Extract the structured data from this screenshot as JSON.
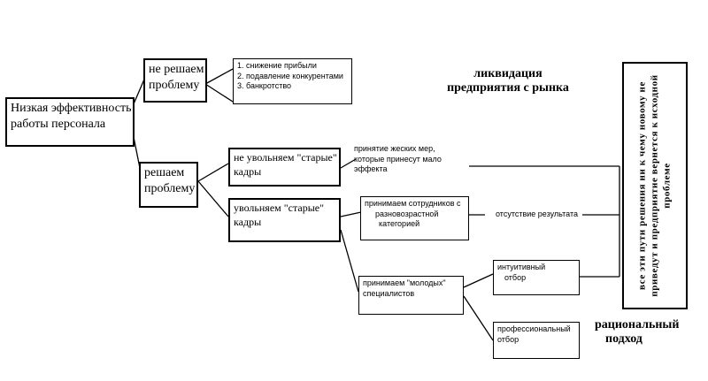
{
  "root": {
    "line1": "Низкая эффективность",
    "line2": "работы персонала"
  },
  "not_solving": {
    "label_line1": "не решаем",
    "label_line2": "проблему",
    "consequences": [
      "1. снижение прибыли",
      "2. подавление конкурентами",
      "3. банкротство"
    ]
  },
  "liquidation": {
    "line1": "ликвидация",
    "line2": "предприятия с рынка"
  },
  "solving": {
    "label_line1": "решаем",
    "label_line2": "проблему"
  },
  "no_fire": {
    "line1": "не увольняем \"старые\"",
    "line2": "кадры"
  },
  "harsh": {
    "line1": "принятие жеских мер,",
    "line2": "которые принесут мало",
    "line3": "эффекта"
  },
  "fire": {
    "line1": "увольняем \"старые\"",
    "line2": "кадры"
  },
  "hire_varied": {
    "line1": "принимаем сотрудников с",
    "line2": "разновозрастной",
    "line3": "категорией"
  },
  "no_result": "отсутствие результата",
  "hire_young": {
    "line1": "принимаем \"молодых\"",
    "line2": "специалистов"
  },
  "intuitive": {
    "line1": "интуитивный",
    "line2": "отбор"
  },
  "professional": {
    "line1": "профессиональный",
    "line2": "отбор"
  },
  "conclusion": "все эти пути решения ни к чему новому не приведут и предприятие вернется к исходной проблеме",
  "rational": {
    "line1": "рациональный",
    "line2": "подход"
  }
}
